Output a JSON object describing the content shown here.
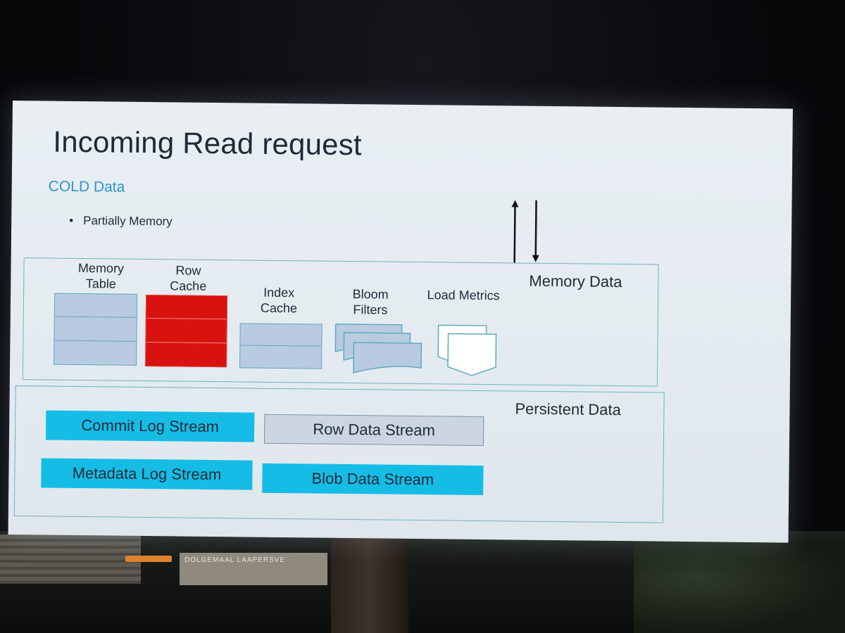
{
  "slide": {
    "title": "Incoming Read request",
    "section": "COLD Data",
    "bullets": [
      "Partially Memory"
    ]
  },
  "memory_panel": {
    "label": "Memory Data",
    "components": {
      "memory_table": "Memory\nTable",
      "row_cache": "Row\nCache",
      "index_cache": "Index\nCache",
      "bloom_filters": "Bloom\nFilters",
      "load_metrics": "Load Metrics"
    }
  },
  "persistent_panel": {
    "label": "Persistent Data",
    "streams": {
      "commit_log": "Commit Log Stream",
      "row_data": "Row Data Stream",
      "metadata_log": "Metadata Log Stream",
      "blob_data": "Blob Data Stream"
    }
  },
  "background": {
    "sign_text": "DOLGEMAAL LAAPERSVE"
  },
  "colors": {
    "accent_blue": "#2c95cf",
    "highlight_red": "#d9120f",
    "stream_cyan": "#15bde6",
    "component_blue": "#b9cbe0"
  }
}
